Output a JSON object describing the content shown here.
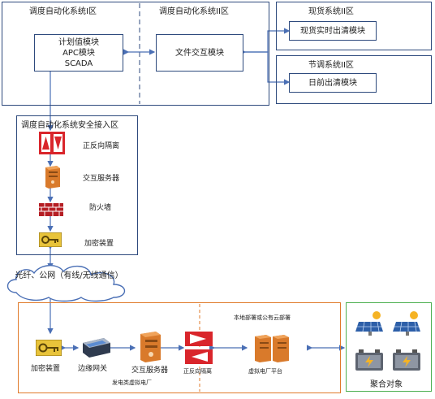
{
  "zones": {
    "zone1": "调度自动化系统I区",
    "zone2": "调度自动化系统II区",
    "spot": "现货系统II区",
    "peak": "节调系统II区",
    "secure": "调度自动化系统安全接入区"
  },
  "modules": {
    "plan": [
      "计划值模块",
      "APC模块",
      "SCADA"
    ],
    "file": "文件交互模块",
    "spot_clear": "现货实时出清模块",
    "day_ahead": "日前出清模块"
  },
  "devices": {
    "isolation": "正反向隔离",
    "server": "交互服务器",
    "firewall": "防火墙",
    "encrypt": "加密装置"
  },
  "network": "光纤、公网（有线/无线通信）",
  "bottom": {
    "encrypt": "加密装置",
    "gateway": "边缘网关",
    "server": "交互服务器",
    "isolation": "正反向隔离",
    "plant": "发电类虚拟电厂",
    "deploy": "本地部署或公有云部署",
    "vpp": "虚拟电厂平台"
  },
  "aggregate": "聚合对象",
  "colors": {
    "blue": "#2e4a7d",
    "orange": "#e07a2a",
    "green": "#4caf50",
    "red": "#d9252b",
    "arrow": "#4a6fb5"
  }
}
